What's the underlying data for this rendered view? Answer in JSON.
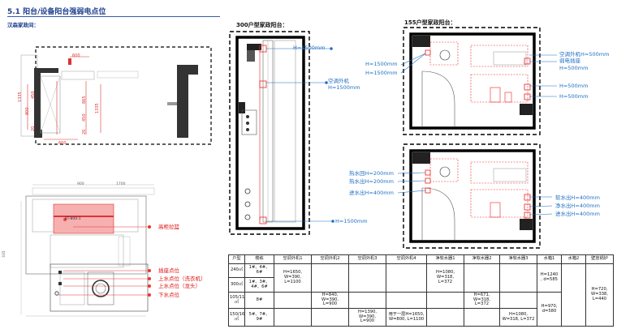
{
  "header": {
    "title": "5.1  阳台/设备阳台强弱电点位",
    "subtitle": "汉森家政间："
  },
  "panels": {
    "p300": {
      "title": "300户型家政阳台："
    },
    "p155": {
      "title": "155户型家政阳台："
    }
  },
  "annotations": {
    "p300": [
      "H=1500mm",
      "空调外机",
      "H=1500mm",
      "H=1500mm"
    ],
    "p155_top_left": [
      "H=1500mm",
      "H=1500mm"
    ],
    "p155_top_right": [
      "空调外机H=500mm",
      "弱电插座",
      "H=500mm",
      "H=500mm",
      "H=500mm"
    ],
    "p155_bottom_left": [
      "热水回H=200mm",
      "热水出H=200mm",
      "进水出H=400mm"
    ],
    "p155_bottom_right": [
      "软水出H=400mm",
      "净水出H=400mm",
      "进水出H=400mm"
    ]
  },
  "left_plan": {
    "labels": {
      "hanger": "高柜拉篮",
      "outlet": "插座点位",
      "washer_water": "上水点位（洗衣机）",
      "faucet_water": "上水点位（龙头）",
      "drain": "下水点位",
      "cabinet_code": "KT-800-1"
    },
    "dims": {
      "top_600": "600",
      "bottom_600": "600",
      "left_1335": "1335",
      "left_800": "800",
      "left_450": "450",
      "left_20": "20",
      "right_865": "865",
      "right_450": "450",
      "right_20": "20",
      "right_1335": "1335",
      "w_900": "900",
      "w_1700": "1700",
      "h_335": "335"
    }
  },
  "table": {
    "headers": [
      "户型",
      "楼栋",
      "空调外机1",
      "空调外机2",
      "空调外机3",
      "空调外机4",
      "净软水器1",
      "净软水器2",
      "净软水器3",
      "水箱1",
      "水箱2",
      "壁挂锅炉"
    ],
    "rows": [
      {
        "type": "240㎡",
        "bldg": "1#、4#、6#"
      },
      {
        "type": "300㎡",
        "bldg": "1#、3#、4#、6#"
      },
      {
        "type": "105/115㎡",
        "bldg": "8#"
      },
      {
        "type": "150/165㎡",
        "bldg": "5#、7#、9#"
      }
    ],
    "values": {
      "ac1": "H=1650,\nW=390,\nL=1100",
      "ac2": "H=840,\nW=390,\nL=900",
      "ac3": "H=1390,\nW=390,\nL=900",
      "ac4": "用于一层H=1650,\nW=800,  L=1100",
      "sw1": "H=1080,\nW=318,\nL=372",
      "sw2": "H=671,\nW=318,\nL=372",
      "sw3": "H=1080,\nW=318,  L=372",
      "tank1a": "H=1240\n, d=585",
      "tank1b": "H=970,\nd=580",
      "boiler": "H=720,\nW=338,\nL=440"
    }
  },
  "colors": {
    "title": "#1f3f8f",
    "annotation": "#1f6fc4",
    "marker": "#e02020"
  }
}
